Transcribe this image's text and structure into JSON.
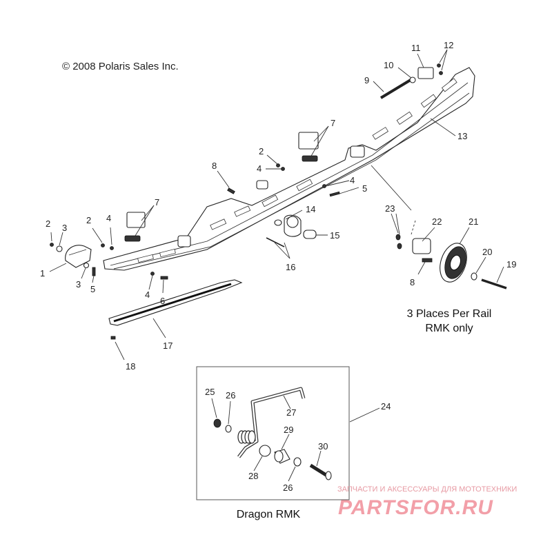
{
  "copyright": "© 2008 Polaris Sales Inc.",
  "notes": {
    "places": "3 Places Per Rail",
    "rmk": "RMK only",
    "inset_title": "Dragon RMK"
  },
  "watermark": {
    "tagline": "ЗАПЧАСТИ И АКСЕССУАРЫ ДЛЯ МОТОТЕХНИКИ",
    "brand": "PARTSFOR.RU",
    "color": "#ee7f8c"
  },
  "callouts": {
    "c1": "1",
    "c2a": "2",
    "c2b": "2",
    "c2c": "2",
    "c3a": "3",
    "c3b": "3",
    "c4a": "4",
    "c4b": "4",
    "c4c": "4",
    "c4d": "4",
    "c5a": "5",
    "c5b": "5",
    "c6": "6",
    "c7a": "7",
    "c7b": "7",
    "c8a": "8",
    "c8b": "8",
    "c9": "9",
    "c10": "10",
    "c11": "11",
    "c12": "12",
    "c13": "13",
    "c14": "14",
    "c15": "15",
    "c16": "16",
    "c17": "17",
    "c18": "18",
    "c19": "19",
    "c20": "20",
    "c21": "21",
    "c22": "22",
    "c23": "23",
    "c24": "24",
    "c25": "25",
    "c26a": "26",
    "c26b": "26",
    "c27": "27",
    "c28": "28",
    "c29": "29",
    "c30": "30"
  }
}
